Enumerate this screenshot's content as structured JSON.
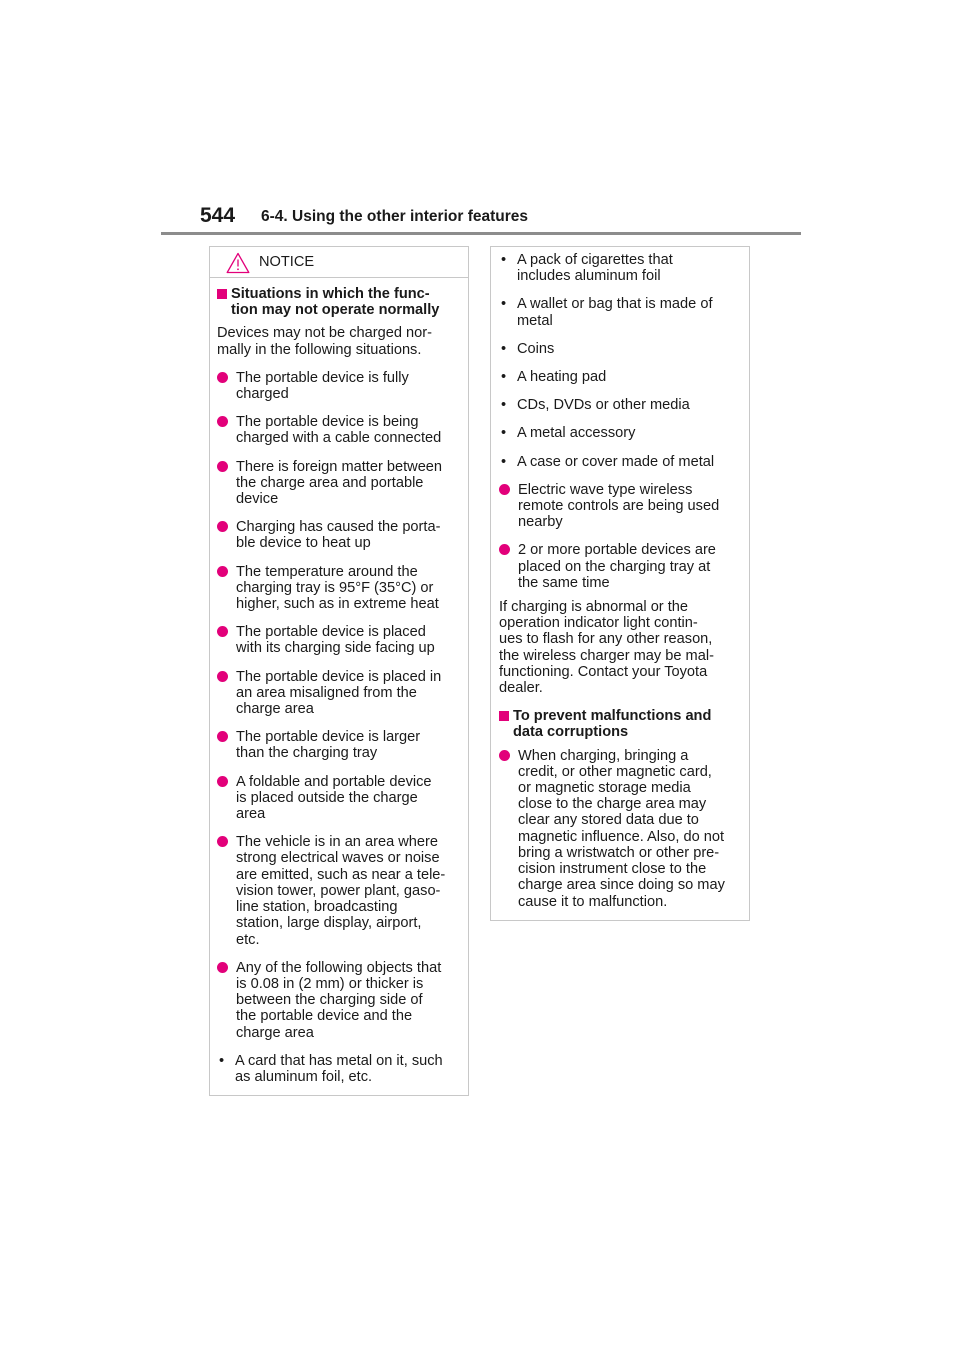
{
  "header": {
    "page_number": "544",
    "section_title": "6-4. Using the other interior features"
  },
  "notice": {
    "label": "NOTICE",
    "section1_heading": "Situations in which the func-\ntion may not operate normally",
    "intro": "Devices may not be charged nor-\nmally in the following situations.",
    "bullets": [
      "The portable device is fully\ncharged",
      "The portable device is being\ncharged with a cable connected",
      "There is foreign matter between\nthe charge area and portable\ndevice",
      "Charging has caused the porta-\nble device to heat up",
      "The temperature around the\ncharging tray is 95°F (35°C) or\nhigher, such as in extreme heat",
      "The portable device is placed\nwith its charging side facing up",
      "The portable device is placed in\nan area misaligned from the\ncharge area",
      "The portable device is larger\nthan the charging tray",
      "A foldable and portable device\nis placed outside the charge\narea",
      "The vehicle is in an area where\nstrong electrical waves or noise\nare emitted, such as near a tele-\nvision tower, power plant, gaso-\nline station, broadcasting\nstation, large display, airport,\netc.",
      "Any of the following objects that\nis 0.08 in (2 mm) or thicker is\nbetween the charging side of\nthe portable device and the\ncharge area"
    ],
    "objects": [
      "A card that has metal on it, such\nas aluminum foil, etc.",
      "A pack of cigarettes that\nincludes aluminum foil",
      "A wallet or bag that is made of\nmetal",
      "Coins",
      "A heating pad",
      "CDs, DVDs or other media",
      "A metal accessory",
      "A case or cover made of metal"
    ],
    "more_bullets": [
      "Electric wave type wireless\nremote controls are being used\nnearby",
      "2 or more portable devices are\nplaced on the charging tray at\nthe same time"
    ],
    "abnormal_text": "If charging is abnormal or the\noperation indicator light contin-\nues to flash for any other reason,\nthe wireless charger may be mal-\nfunctioning. Contact your Toyota\ndealer.",
    "section2_heading": "To prevent malfunctions and\ndata corruptions",
    "section2_bullet": "When charging, bringing a\ncredit, or other magnetic card,\nor magnetic storage media\nclose to the charge area may\nclear any stored data due to\nmagnetic influence. Also, do not\nbring a wristwatch or other pre-\ncision instrument close to the\ncharge area since doing so may\ncause it to malfunction."
  },
  "colors": {
    "accent": "#e2007a",
    "rule": "#8c8c8c",
    "border": "#c8c8c8"
  }
}
